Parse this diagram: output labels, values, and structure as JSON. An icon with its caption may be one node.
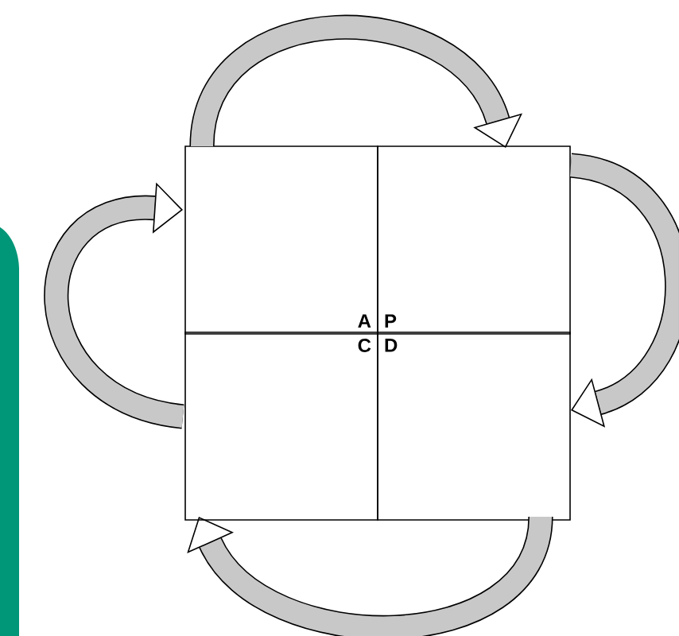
{
  "diagram": {
    "nodes": [
      {
        "text": [
          "A"
        ]
      },
      {
        "text": [
          "P"
        ]
      },
      {
        "text": [
          "C"
        ]
      },
      {
        "text": [
          "D"
        ]
      }
    ],
    "edges": [
      {
        "from": 0,
        "to": 1,
        "arrow": "to"
      },
      {
        "from": 1,
        "to": 3,
        "arrow": "to"
      },
      {
        "from": 3,
        "to": 2,
        "arrow": "to"
      },
      {
        "from": 2,
        "to": 0,
        "arrow": "to"
      }
    ]
  }
}
